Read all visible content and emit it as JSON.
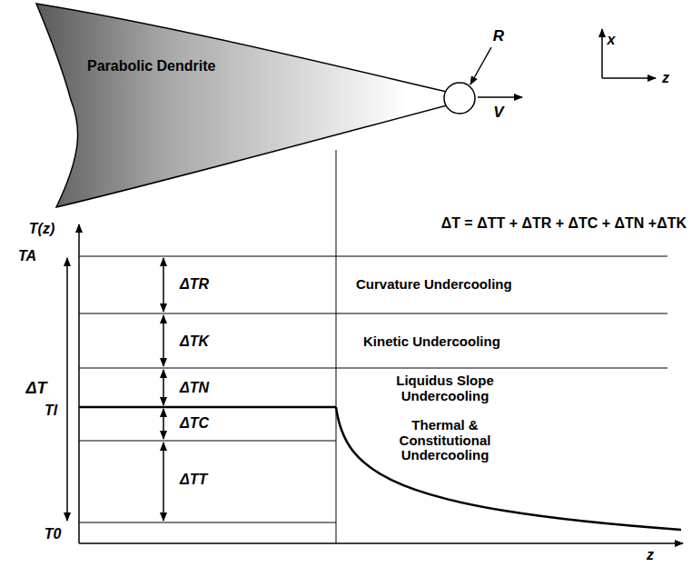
{
  "diagram": {
    "nodes": [
      {
        "text": [
          "Parabolic Dendrite"
        ]
      }
    ],
    "labels": [
      "R",
      "V",
      "x",
      "z",
      "ΔT = ΔTT + ΔTR + ΔTC + ΔTN +ΔTK",
      "T(z)",
      "TA",
      "ΔT",
      "Tl",
      "T0",
      "ΔTR",
      "Curvature Undercooling",
      "ΔTK",
      "Kinetic Undercooling",
      "ΔTN",
      "Liquidus Slope Undercooling",
      "ΔTC",
      "Thermal & Constitutional Undercooling",
      "ΔTT",
      "z"
    ]
  }
}
